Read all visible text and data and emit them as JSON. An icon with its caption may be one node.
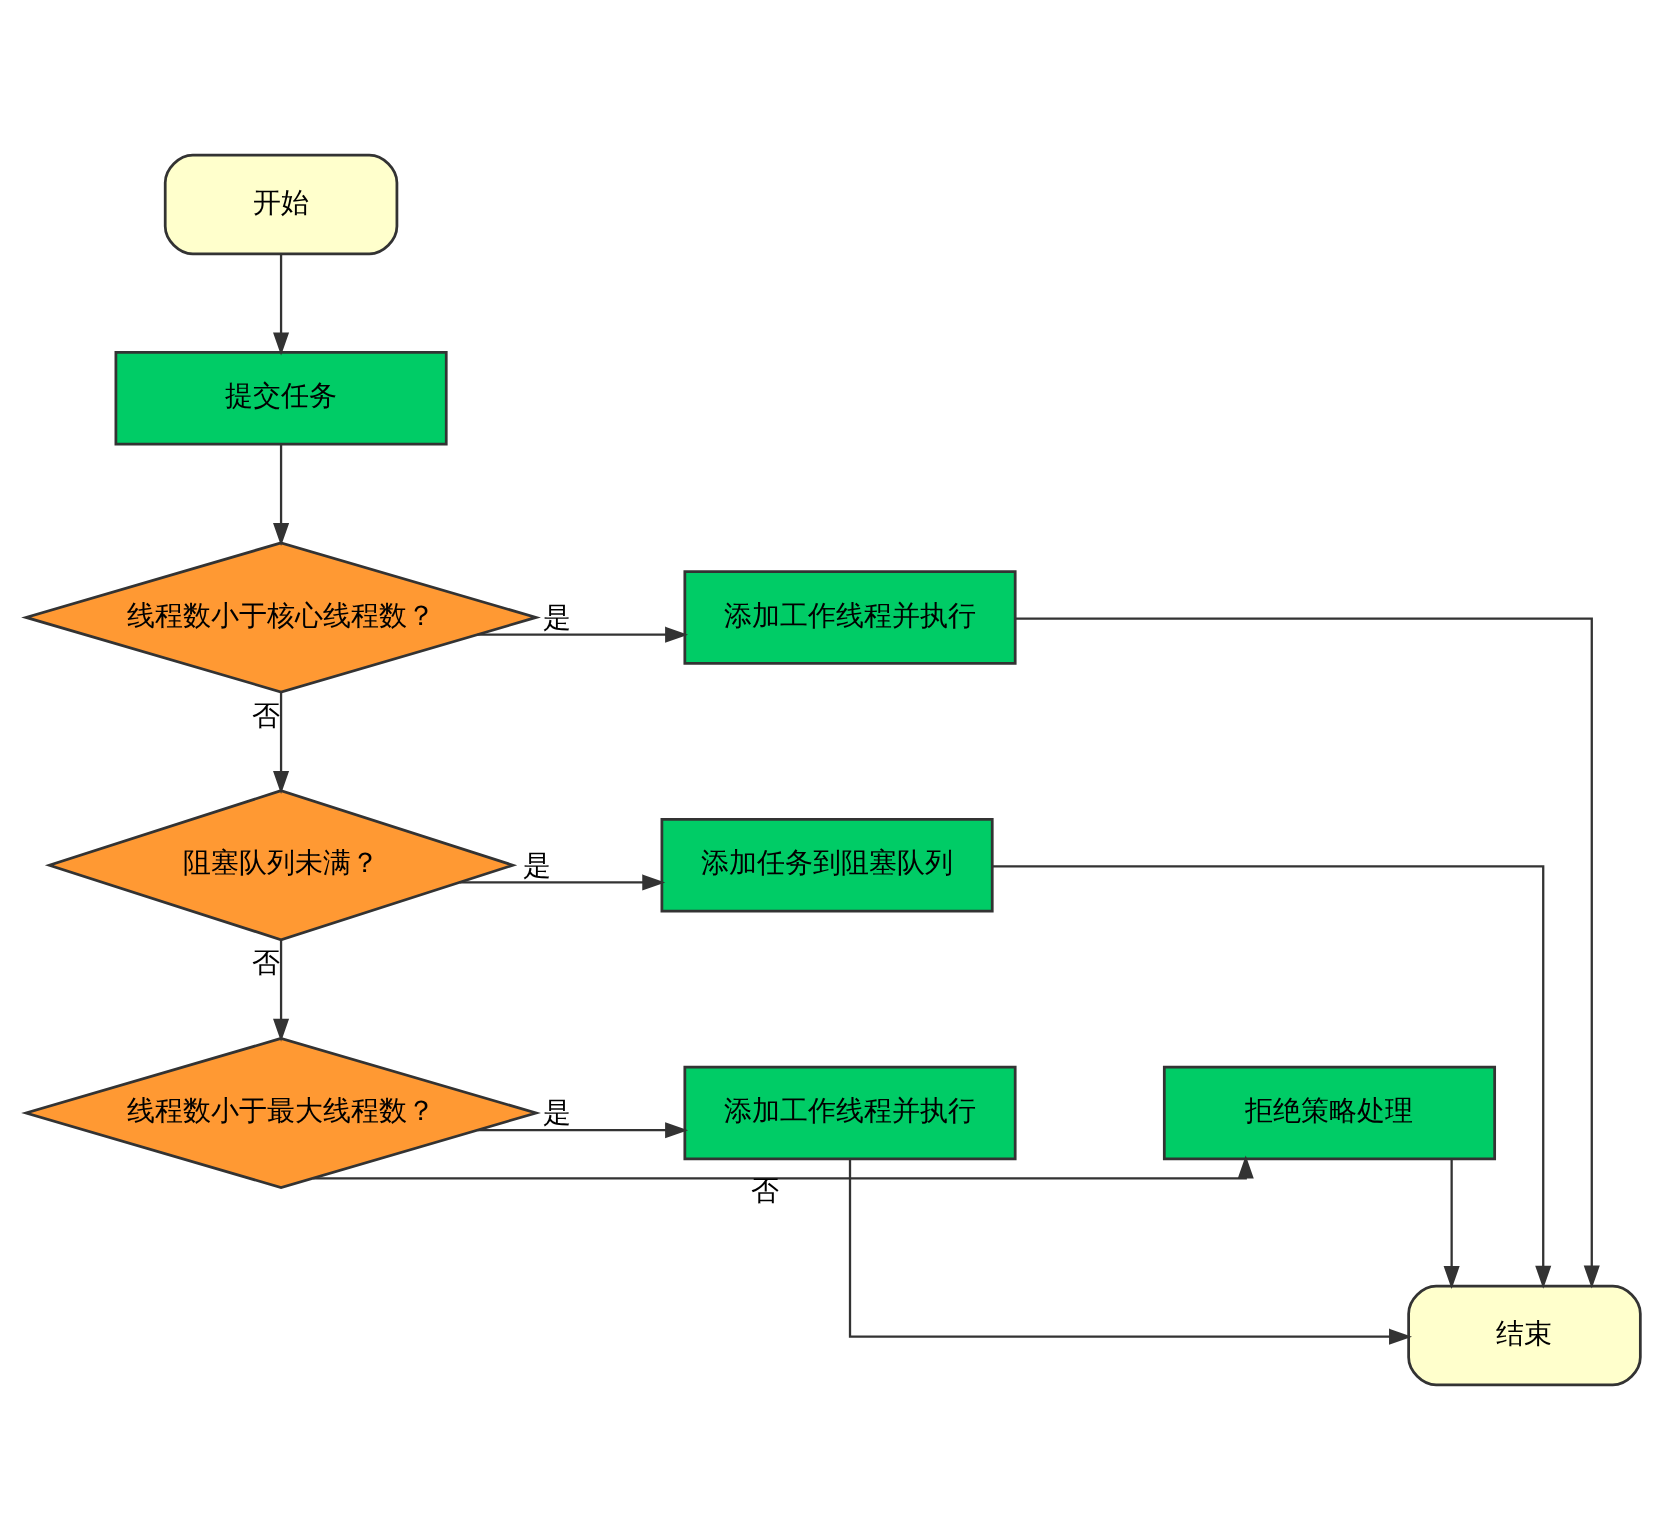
{
  "diagram": {
    "nodes": [
      {
        "text": [
          "开始"
        ]
      },
      {
        "text": [
          "提交任务"
        ]
      },
      {
        "text": [
          "线程数小于核心线程数？"
        ]
      },
      {
        "text": [
          "添加工作线程并执行"
        ]
      },
      {
        "text": [
          "阻塞队列未满？"
        ]
      },
      {
        "text": [
          "添加任务到阻塞队列"
        ]
      },
      {
        "text": [
          "拒绝策略处理"
        ]
      },
      {
        "text": [
          "线程数小于最大线程数？"
        ]
      },
      {
        "text": [
          "添加工作线程并执行"
        ]
      },
      {
        "text": [
          "结束"
        ]
      }
    ],
    "edges": [
      {
        "from": 0,
        "to": 1,
        "arrow": "to"
      },
      {
        "from": 1,
        "to": 2,
        "arrow": "to"
      },
      {
        "from": 2,
        "to": 3,
        "arrow": "to",
        "label": "是"
      },
      {
        "from": 2,
        "to": 4,
        "arrow": "to",
        "label": "否"
      },
      {
        "from": 4,
        "to": 5,
        "arrow": "to",
        "label": "是"
      },
      {
        "from": 4,
        "to": 7,
        "arrow": "to",
        "label": "否"
      },
      {
        "from": 7,
        "to": 8,
        "arrow": "to",
        "label": "是"
      },
      {
        "from": 7,
        "to": 6,
        "arrow": "to",
        "label": "否"
      },
      {
        "from": 6,
        "to": 9,
        "arrow": "to"
      },
      {
        "from": 8,
        "to": 9,
        "arrow": "to"
      },
      {
        "from": 3,
        "to": 9,
        "arrow": "to"
      },
      {
        "from": 5,
        "to": 9,
        "arrow": "to"
      }
    ]
  }
}
